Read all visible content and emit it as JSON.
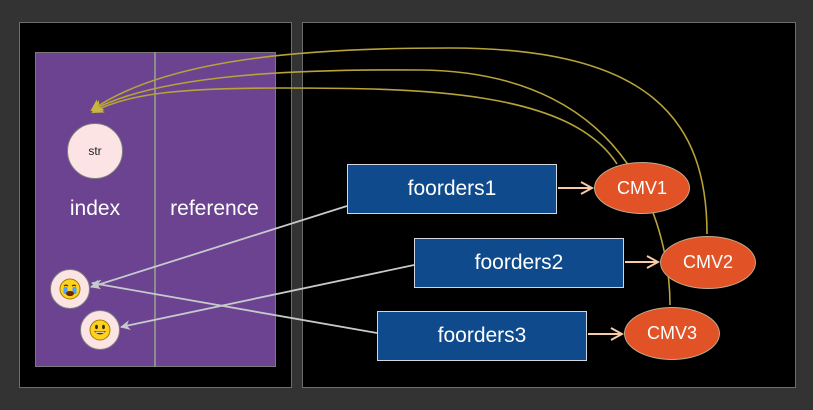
{
  "labels": {
    "index": "index",
    "reference": "reference",
    "str_node": "str"
  },
  "emoji_nodes": {
    "sad": "crying-face-emoji",
    "smile": "smiley-face-emoji"
  },
  "foorders": [
    {
      "label": "foorders1"
    },
    {
      "label": "foorders2"
    },
    {
      "label": "foorders3"
    }
  ],
  "cmv": [
    {
      "label": "CMV1"
    },
    {
      "label": "CMV2"
    },
    {
      "label": "CMV3"
    }
  ],
  "colors": {
    "background": "#333333",
    "panel": "#000000",
    "purple": "#6b4391",
    "box_blue": "#0e4a8c",
    "ellipse_orange": "#e15226",
    "curve_olive": "#b6a33a",
    "arrow_peach": "#f7caa8",
    "arrow_gray": "#c6c9cc"
  }
}
